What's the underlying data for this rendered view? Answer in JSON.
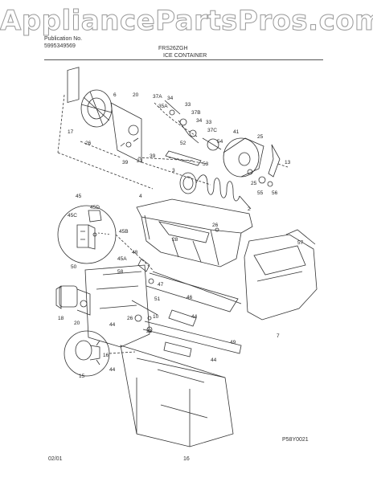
{
  "watermark": "AppliancePartsPros.com",
  "header": {
    "publication_label": "Publication No.",
    "publication_number": "5995349569",
    "model": "FRS26ZGH",
    "section_title": "ICE CONTAINER"
  },
  "footer": {
    "date": "02/01",
    "page": "16",
    "drawing_code": "P58Y0021"
  },
  "callouts": [
    "6",
    "20",
    "37A",
    "35A",
    "34",
    "33",
    "37B",
    "34",
    "33",
    "37C",
    "41",
    "25",
    "17",
    "26",
    "39",
    "23",
    "39",
    "52",
    "53",
    "54",
    "13",
    "3",
    "25",
    "55",
    "56",
    "4",
    "2",
    "45",
    "45D",
    "45C",
    "45B",
    "26",
    "28",
    "57",
    "50",
    "45A",
    "48",
    "47",
    "46",
    "58",
    "7",
    "18",
    "20",
    "44",
    "51",
    "26",
    "10",
    "21",
    "44",
    "49",
    "16",
    "15",
    "44",
    "44"
  ]
}
